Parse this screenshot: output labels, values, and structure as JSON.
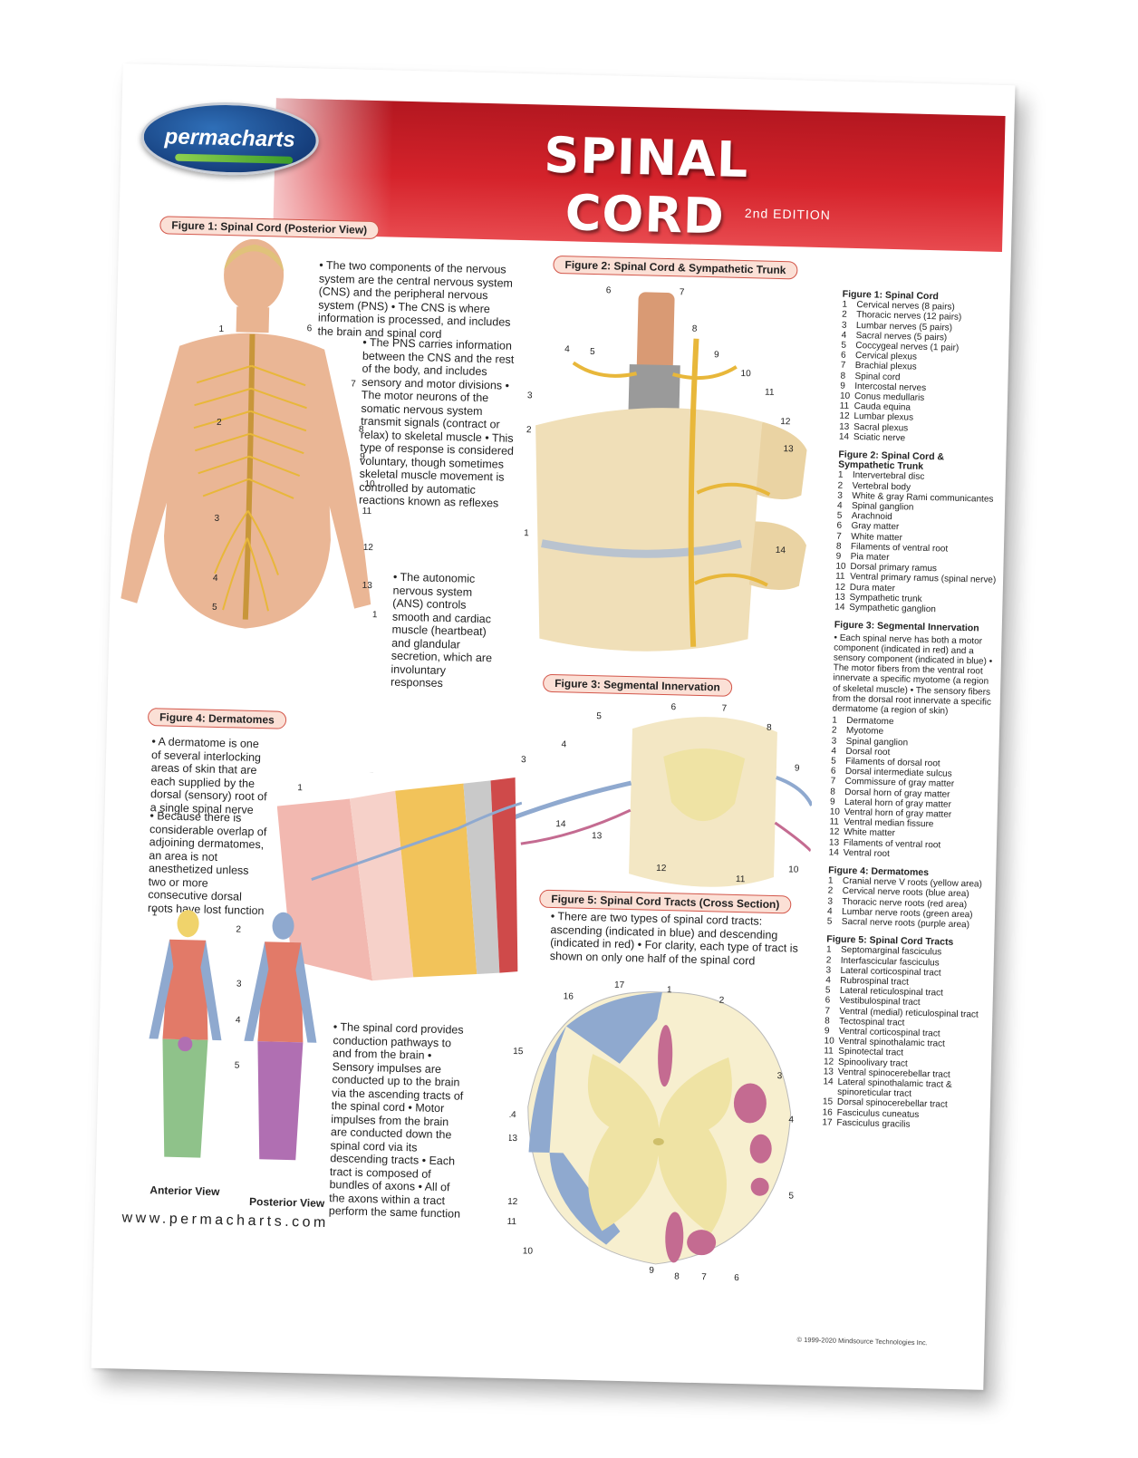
{
  "header": {
    "logo": "permacharts",
    "title": "SPINAL CORD",
    "edition": "2nd EDITION"
  },
  "figure_titles": {
    "fig1": "Figure 1: Spinal Cord (Posterior View)",
    "fig2": "Figure 2: Spinal Cord & Sympathetic Trunk",
    "fig3": "Figure 3: Segmental Innervation",
    "fig4": "Figure 4: Dermatomes",
    "fig5": "Figure 5: Spinal Cord Tracts (Cross Section)"
  },
  "text": {
    "nervous_system": "• The two components of the nervous system are the central nervous system (CNS) and the peripheral nervous system (PNS) • The CNS is where information is processed, and includes the brain and spinal cord",
    "pns": "• The PNS carries information between the CNS and the rest of the body, and includes sensory and motor divisions • The motor neurons of the somatic nervous system transmit signals (contract or relax) to skeletal muscle • This type of response is considered voluntary, though sometimes skeletal muscle movement is controlled by automatic reactions known as reflexes",
    "ans": "• The autonomic nervous system (ANS) controls smooth and cardiac muscle (heartbeat) and glandular secretion, which are involuntary responses",
    "dermatome": "• A dermatome is one of several interlocking areas of skin that are each supplied by the dorsal (sensory) root of a single spinal nerve",
    "overlap": "• Because there is considerable overlap of adjoining dermatomes, an area is not anesthetized unless two or more consecutive dorsal roots have lost function",
    "pathways": "• The spinal cord provides conduction pathways to and from the brain • Sensory impulses are conducted up to the brain via the ascending tracts of the spinal cord • Motor impulses from the brain are conducted down the spinal cord via its descending tracts • Each tract is composed of bundles of axons • All of the axons within a tract perform the same function",
    "tracts": "• There are two types of spinal cord tracts: ascending (indicated in blue) and descending (indicated in red) • For clarity, each type of tract is shown on only one half of the spinal cord"
  },
  "views": {
    "anterior": "Anterior View",
    "posterior": "Posterior View"
  },
  "website": "www.permacharts.com",
  "copyright": "© 1999-2020 Mindsource Technologies Inc.",
  "legend": {
    "fig1": {
      "title": "Figure 1: Spinal Cord",
      "items": [
        "Cervical nerves (8 pairs)",
        "Thoracic nerves (12 pairs)",
        "Lumbar nerves (5 pairs)",
        "Sacral nerves (5 pairs)",
        "Coccygeal nerves (1 pair)",
        "Cervical plexus",
        "Brachial plexus",
        "Spinal cord",
        "Intercostal nerves",
        "Conus medullaris",
        "Cauda equina",
        "Lumbar plexus",
        "Sacral plexus",
        "Sciatic nerve"
      ]
    },
    "fig2": {
      "title": "Figure 2: Spinal Cord & Sympathetic Trunk",
      "items": [
        "Intervertebral disc",
        "Vertebral body",
        "White & gray Rami communicantes",
        "Spinal ganglion",
        "Arachnoid",
        "Gray matter",
        "White matter",
        "Filaments of ventral root",
        "Pia mater",
        "Dorsal primary ramus",
        "Ventral primary ramus (spinal nerve)",
        "Dura mater",
        "Sympathetic trunk",
        "Sympathetic ganglion"
      ]
    },
    "fig3": {
      "title": "Figure 3: Segmental Innervation",
      "note": "• Each spinal nerve has both a motor component (indicated in red) and a sensory component (indicated in blue) • The motor fibers from the ventral root innervate a specific myotome (a region of skeletal muscle) • The sensory fibers from the dorsal root innervate a specific dermatome (a region of skin)",
      "items": [
        "Dermatome",
        "Myotome",
        "Spinal ganglion",
        "Dorsal root",
        "Filaments of dorsal root",
        "Dorsal intermediate sulcus",
        "Commissure of gray matter",
        "Dorsal horn of gray matter",
        "Lateral horn of gray matter",
        "Ventral horn of gray matter",
        "Ventral median fissure",
        "White matter",
        "Filaments of ventral root",
        "Ventral root"
      ]
    },
    "fig4": {
      "title": "Figure 4: Dermatomes",
      "items": [
        "Cranial nerve V roots (yellow area)",
        "Cervical nerve roots (blue area)",
        "Thoracic nerve roots (red area)",
        "Lumbar nerve roots (green area)",
        "Sacral nerve roots (purple area)"
      ]
    },
    "fig5": {
      "title": "Figure 5: Spinal Cord Tracts",
      "items": [
        "Septomarginal fasciculus",
        "Interfascicular fasciculus",
        "Lateral corticospinal tract",
        "Rubrospinal tract",
        "Lateral reticulospinal tract",
        "Vestibulospinal tract",
        "Ventral (medial) reticulospinal tract",
        "Tectospinal tract",
        "Ventral corticospinal tract",
        "Ventral spinothalamic tract",
        "Spinotectal tract",
        "Spinoolivary tract",
        "Ventral spinocerebellar tract",
        "Lateral spinothalamic tract & spinoreticular tract",
        "Dorsal spinocerebellar tract",
        "Fasciculus cuneatus",
        "Fasciculus gracilis"
      ]
    }
  },
  "colors": {
    "banner": "#d5232b",
    "label_fill": "#fbe0d6",
    "label_border": "#d3564a",
    "nerve": "#e8b73a",
    "bone": "#f0dfb8",
    "ascending": "#8fa9cf",
    "descending": "#c46b91",
    "gray_matter": "#efe3a4"
  },
  "icons": {
    "fig1": "posterior-spine-illustration",
    "fig2": "vertebra-illustration",
    "fig3": "cord-segment-illustration",
    "fig4": "skin-block-illustration",
    "fig5": "cord-cross-section-illustration"
  }
}
